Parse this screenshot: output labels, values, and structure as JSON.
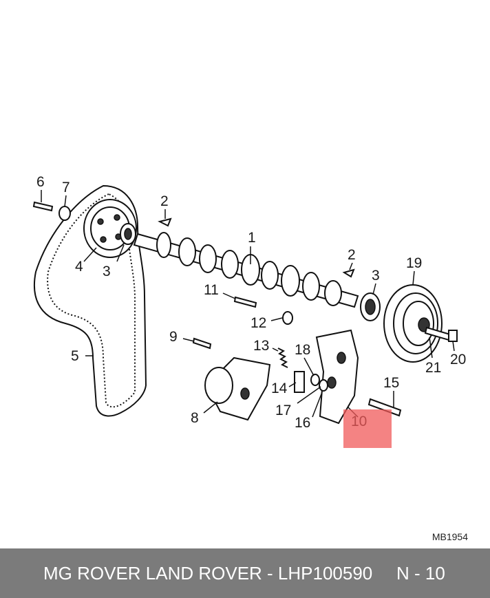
{
  "callouts": [
    "1",
    "2",
    "2",
    "3",
    "3",
    "4",
    "5",
    "6",
    "7",
    "8",
    "9",
    "10",
    "11",
    "12",
    "13",
    "14",
    "15",
    "16",
    "17",
    "18",
    "19",
    "20",
    "21"
  ],
  "ref_code": "MB1954",
  "footer": {
    "title": "MG ROVER LAND ROVER - LHP100590",
    "page": "N - 10"
  },
  "colors": {
    "highlight": "#f05a5a",
    "footer_bg": "#7b7b7b",
    "footer_text": "#ffffff"
  }
}
